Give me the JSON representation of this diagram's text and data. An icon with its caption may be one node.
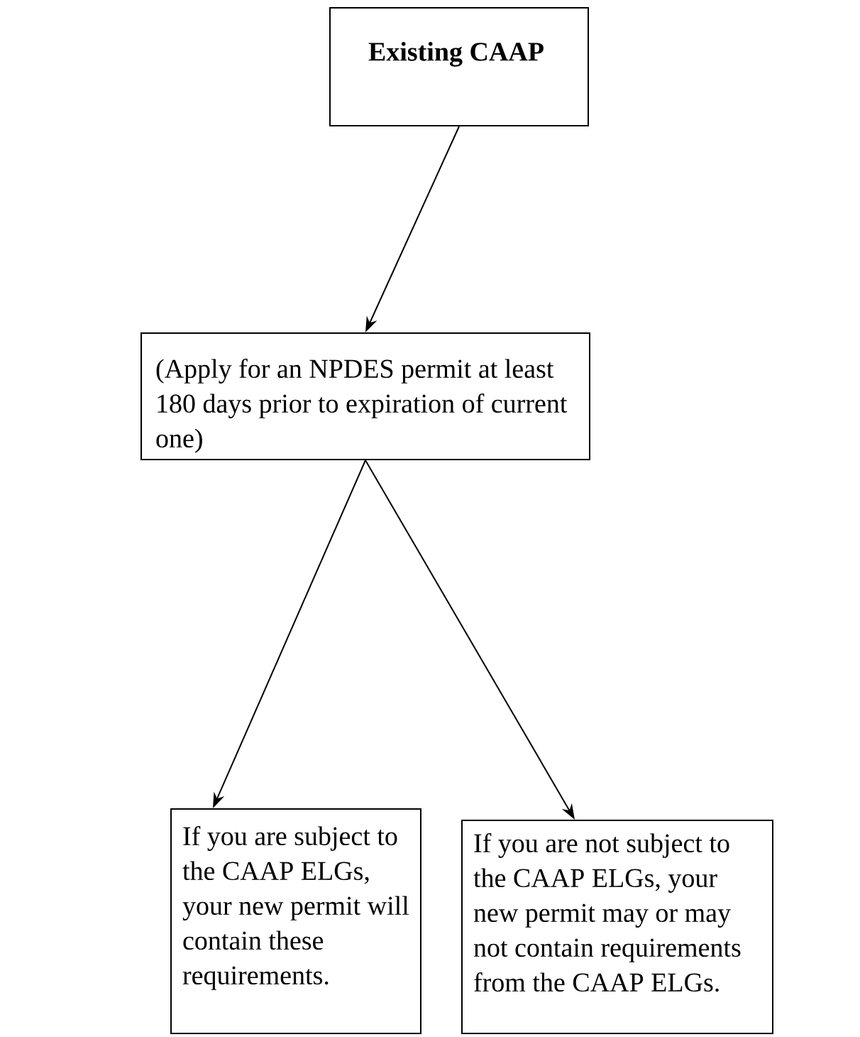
{
  "diagram": {
    "nodes": [
      {
        "text": [
          "Existing CAAP"
        ]
      },
      {
        "text": [
          "(Apply for an NPDES permit at least 180 days prior to expiration of current one)"
        ]
      },
      {
        "text": [
          "If you are subject to the CAAP ELGs, your new permit will contain these requirements."
        ]
      },
      {
        "text": [
          "If you are not subject to the CAAP ELGs, your new permit may or may not contain requirements from the CAAP ELGs."
        ]
      }
    ],
    "edges": [
      {
        "from": 0,
        "to": 1,
        "arrow": "to"
      },
      {
        "from": 1,
        "to": 2,
        "arrow": "to"
      },
      {
        "from": 1,
        "to": 3,
        "arrow": "to"
      }
    ]
  }
}
